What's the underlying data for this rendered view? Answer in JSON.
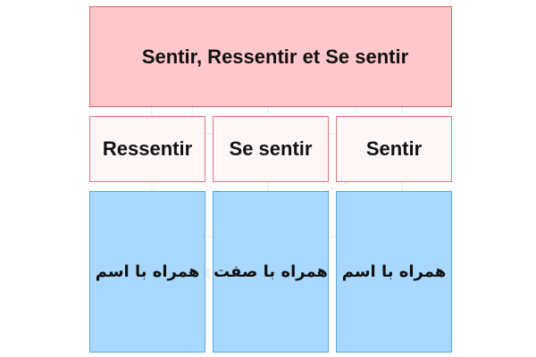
{
  "title": "Sentir, Ressentir et Se sentir",
  "columns": [
    {
      "verb": "Ressentir",
      "usage": "همراه با اسم"
    },
    {
      "verb": "Se sentir",
      "usage": "همراه با صفت"
    },
    {
      "verb": "Sentir",
      "usage": "همراه با اسم"
    }
  ],
  "colors": {
    "title_fill": "#ffc8cc",
    "title_border": "#e0606a",
    "header_fill": "#fff6f7",
    "header_border": "#e57880",
    "value_fill": "#a9d8ff",
    "value_border": "#5aa8e0"
  }
}
